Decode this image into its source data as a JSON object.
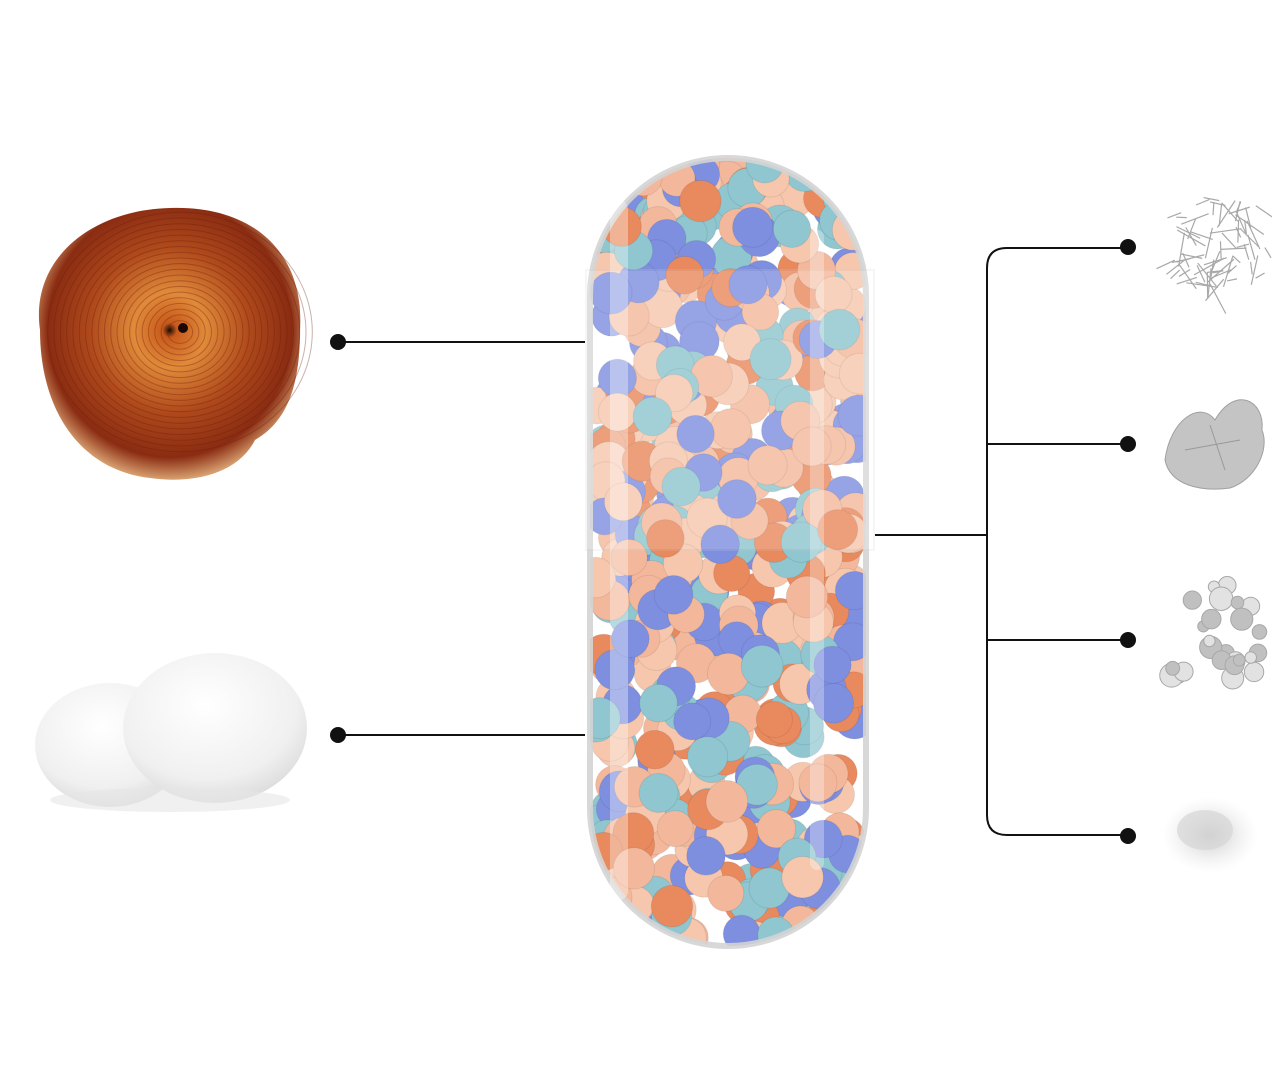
{
  "diagram": {
    "ingredients_left": [
      {
        "name": "reishi-mushroom"
      },
      {
        "name": "lions-mane-mushroom"
      }
    ],
    "ingredients_right": [
      {
        "name": "dried-herb-strands"
      },
      {
        "name": "mint-leaves"
      },
      {
        "name": "flowering-herb"
      },
      {
        "name": "white-powder"
      }
    ]
  },
  "colors": {
    "line": "#111111",
    "ball_palette": [
      "#e98a5e",
      "#f3b89c",
      "#7f8fe0",
      "#8fc6cf",
      "#f6c7ad"
    ],
    "reishi_dark": "#7a2410",
    "reishi_light": "#d9782a",
    "ingredient_gray": "#b8b8b8"
  }
}
